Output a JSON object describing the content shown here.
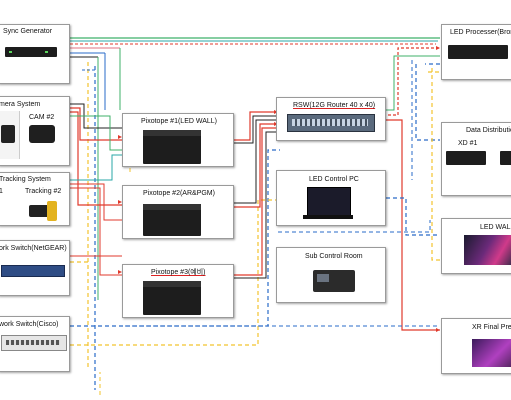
{
  "nodes": {
    "sync": {
      "label": "Sync Generator"
    },
    "camera_system": {
      "label": "mera System"
    },
    "cam2": {
      "label": "CAM #2"
    },
    "tracking_system": {
      "label": "Tracking System"
    },
    "tracking1": {
      "label": "1"
    },
    "tracking2": {
      "label": "Tracking #2"
    },
    "net_netgear": {
      "label": "ork Switch(NetGEAR)"
    },
    "net_cisco": {
      "label": "work Switch(Cisco)"
    },
    "pixotope1": {
      "label": "Pixotope #1(LED WALL)"
    },
    "pixotope2": {
      "label": "Pixotope #2(AR&PGM)"
    },
    "pixotope3": {
      "label": "Pixotope #3(예비)"
    },
    "rsw": {
      "label": "RSW(12G Router 40 x 40)"
    },
    "led_control": {
      "label": "LED Control PC"
    },
    "sub_control": {
      "label": "Sub Control Room"
    },
    "led_processor": {
      "label": "LED Processer(Brom"
    },
    "data_dist": {
      "label": "Data Distributio"
    },
    "xd1": {
      "label": "XD #1"
    },
    "led_wall": {
      "label": "LED WAL"
    },
    "xr_preview": {
      "label": "XR Final Prev"
    }
  },
  "colors": {
    "red": "#e03a2c",
    "green": "#3fb06a",
    "teal": "#2aa7a7",
    "blue": "#2a6bc8",
    "yellow": "#f2c32e",
    "black": "#222222",
    "pink": "#e07080",
    "gray": "#888888"
  }
}
